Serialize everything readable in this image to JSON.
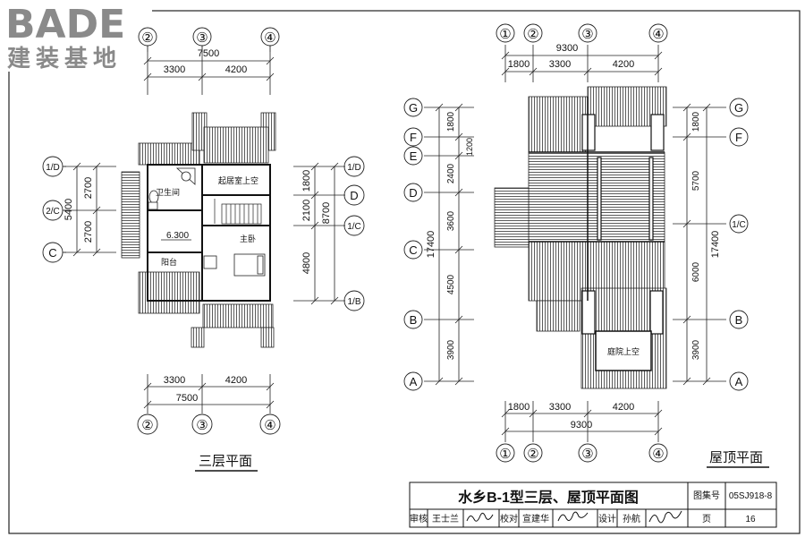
{
  "logo": {
    "brand": "BADE",
    "tagline": "建装基地"
  },
  "left_plan": {
    "title": "三层平面",
    "top_axes": [
      "②",
      "③",
      "④"
    ],
    "top_total": "7500",
    "top_dims": [
      "3300",
      "4200"
    ],
    "bottom_axes": [
      "②",
      "③",
      "④"
    ],
    "bottom_dims": [
      "3300",
      "4200"
    ],
    "bottom_total": "7500",
    "left_axes": [
      "1/D",
      "2/C",
      "C"
    ],
    "left_dims": [
      "2700",
      "2700"
    ],
    "left_total": "5400",
    "right_axes": [
      "1/D",
      "D",
      "1/C",
      "1/B"
    ],
    "right_dims": [
      "1800",
      "2100",
      "4800"
    ],
    "right_total": "8700",
    "rooms": {
      "void": "起居室上空",
      "wc": "卫生间",
      "master": "主卧",
      "balcony": "阳台"
    },
    "level": "6.300"
  },
  "right_plan": {
    "title": "屋顶平面",
    "top_axes": [
      "①",
      "②",
      "③",
      "④"
    ],
    "top_total": "9300",
    "top_dims": [
      "1800",
      "3300",
      "4200"
    ],
    "bottom_dims": [
      "1800",
      "3300",
      "4200"
    ],
    "bottom_total": "9300",
    "bottom_axes": [
      "①",
      "②",
      "③",
      "④"
    ],
    "left_axes": [
      "G",
      "F",
      "E",
      "D",
      "C",
      "B",
      "A"
    ],
    "left_dims": [
      "1800",
      "1200",
      "2400",
      "3600",
      "4500",
      "3900"
    ],
    "left_total": "17400",
    "right_axes": [
      "G",
      "F",
      "1/C",
      "B",
      "A"
    ],
    "right_dims": [
      "1800",
      "5700",
      "6000",
      "3900"
    ],
    "right_total": "17400",
    "rooms": {
      "court": "庭院上空"
    }
  },
  "title_block": {
    "drawing_title": "水乡B-1型三层、屋顶平面图",
    "atlas_label": "图集号",
    "atlas_no": "05SJ918-8",
    "review_label": "审核",
    "reviewer": "王士兰",
    "check_label": "校对",
    "checker": "宣建华",
    "design_label": "设计",
    "designer": "孙航",
    "page_label": "页",
    "page_no": "16"
  }
}
